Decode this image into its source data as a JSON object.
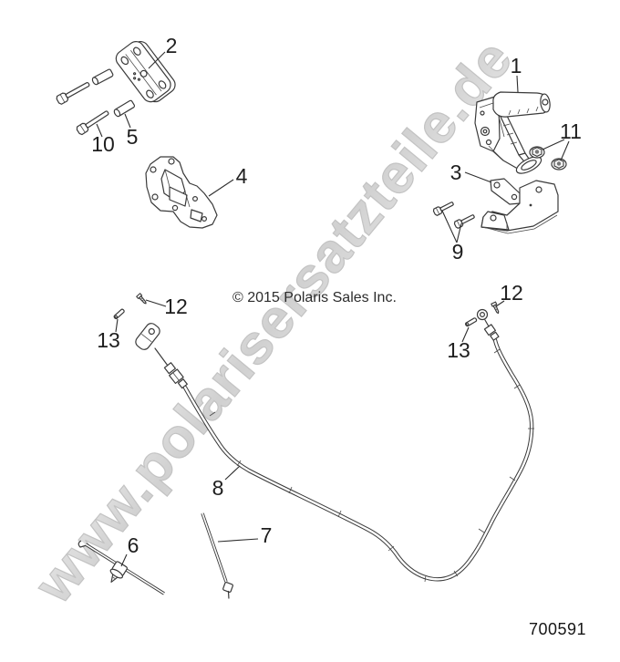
{
  "diagram": {
    "watermark": "www.polarisersatzteile.de",
    "copyright": "© 2015 Polaris Sales Inc.",
    "part_number": "700591"
  },
  "colors": {
    "line_art": "#3a3a3a",
    "watermark_fill": "#d3d3d3",
    "watermark_stroke": "#b9b9b9",
    "background": "#ffffff"
  },
  "callouts": {
    "n1": "1",
    "n2": "2",
    "n3": "3",
    "n4": "4",
    "n5": "5",
    "n6": "6",
    "n7": "7",
    "n8": "8",
    "n9": "9",
    "n10": "10",
    "n11": "11",
    "n12": "12",
    "n13": "13"
  }
}
